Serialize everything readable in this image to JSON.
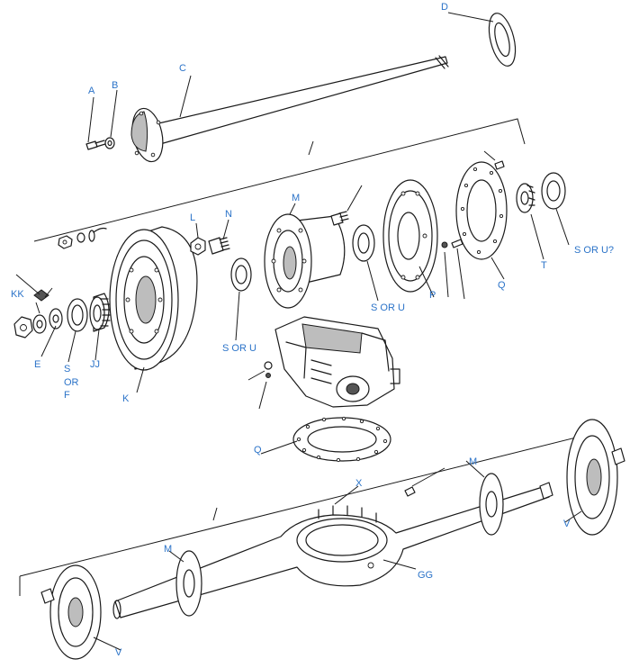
{
  "labels": {
    "a": "A",
    "b": "B",
    "c": "C",
    "d": "D",
    "kk": "KK",
    "e": "E",
    "s_or_f_1": "S",
    "s_or_f_2": "OR",
    "s_or_f_3": "F",
    "jj": "JJ",
    "k": "K",
    "l": "L",
    "n": "N",
    "m_top": "M",
    "s_or_u_mid": "S OR U",
    "s_or_u_right": "S OR U",
    "p": "P",
    "q_right": "Q",
    "t": "T",
    "s_or_u_q": "S OR U?",
    "q_gasket": "Q",
    "x": "X",
    "m_right": "M",
    "m_left": "M",
    "gg": "GG",
    "v_right": "V",
    "v_left": "V"
  },
  "colors": {
    "label": "#2b73c8",
    "ink": "#1a1a1a"
  }
}
